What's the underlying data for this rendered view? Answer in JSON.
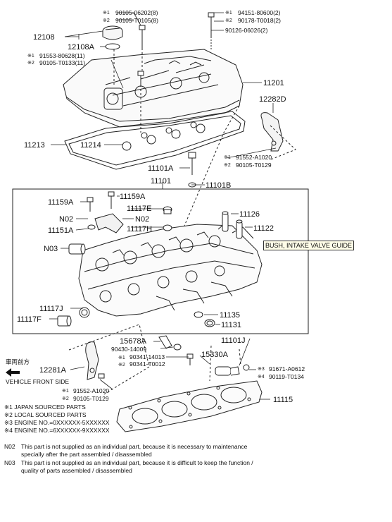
{
  "labels": {
    "c1a": "90105-06202(8)",
    "c1b": "90105-T0105(8)",
    "c2a": "94151-80600(2)",
    "c2b": "90178-T0018(2)",
    "c2c": "90126-06026(2)",
    "p12108": "12108",
    "p12108A": "12108A",
    "c3a": "91553-80628(11)",
    "c3b": "90105-T0133(11)",
    "p11201": "11201",
    "p12282D": "12282D",
    "p11213": "11213",
    "p11214": "11214",
    "c4a": "91552-A1020",
    "c4b": "90105-T0129",
    "p11101A": "11101A",
    "p11101B": "11101B",
    "p11101": "11101",
    "p11159A_l": "11159A",
    "p11159A_r": "11159A",
    "p11117E": "11117E",
    "pN02_l": "N02",
    "pN02_r": "N02",
    "p11151A": "11151A",
    "p11117H": "11117H",
    "p11126": "11126",
    "p11122": "11122",
    "pN03": "N03",
    "p11117J": "11117J",
    "p11117F": "11117F",
    "p11135": "11135",
    "p11131": "11131",
    "p15678A": "15678A",
    "p90430": "90430-14009",
    "c5a": "90341-14013",
    "c5b": "90341-T0012",
    "p15330A": "15330A",
    "p11101J": "11101J",
    "c6a": "91671-A0612",
    "c6b": "90119-T0134",
    "p12281A": "12281A",
    "front_jp": "車両前方",
    "front_en": "VEHICLE FRONT SIDE",
    "c7a": "91552-A1020",
    "c7b": "90105-T0129",
    "p11115": "11115",
    "m1": "※1",
    "m2": "※2",
    "m3": "※3",
    "m4": "※4"
  },
  "legend": [
    "※1 JAPAN SOURCED PARTS",
    "※2 LOCAL SOURCED PARTS",
    "※3 ENGINE NO.=0XXXXXX-5XXXXXX",
    "※4 ENGINE NO.=6XXXXXX-9XXXXXX"
  ],
  "notes": {
    "n02_code": "N02",
    "n02_line1": "This part is not supplied as an individual part, because it is necessary to maintenance",
    "n02_line2": "specially after the part assembled / disassembled",
    "n03_code": "N03",
    "n03_line1": "This part is not supplied as an individual part, because it is difficult to keep the function /",
    "n03_line2": "quality of parts  assembled / disassembled"
  },
  "tooltip": "BUSH, INTAKE VALVE GUIDE"
}
